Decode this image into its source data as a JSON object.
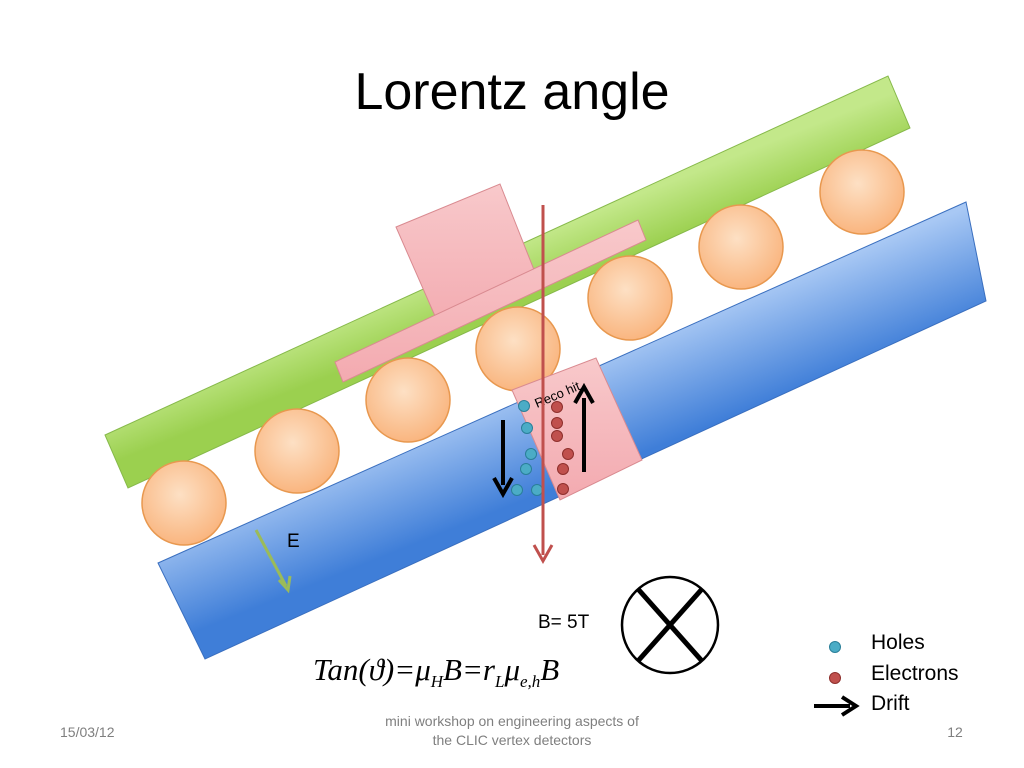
{
  "slide": {
    "title": "Lorentz angle",
    "footer": {
      "date": "15/03/12",
      "center_line1": "mini workshop on engineering aspects of",
      "center_line2": "the CLIC vertex detectors",
      "page": "12"
    }
  },
  "diagram": {
    "e_label": "E",
    "b_label": "B= 5T",
    "reco_label": "Reco hit",
    "formula": {
      "lhs": "Tan(ϑ)",
      "eq": "=",
      "mu": "μ",
      "sub_h": "H",
      "b": "B",
      "r": "r",
      "sub_l": "L",
      "sub_eh": "e,h"
    }
  },
  "legend": {
    "holes": "Holes",
    "electrons": "Electrons",
    "drift": "Drift"
  },
  "colors": {
    "green_layer": "#a6d860",
    "blue_sensor": "#5b92e5",
    "bump": "#fbc18e",
    "pink": "#f4b0b3",
    "holes": "#4bacc6",
    "electrons": "#c0504d",
    "b_field_line": "#c0504d"
  }
}
